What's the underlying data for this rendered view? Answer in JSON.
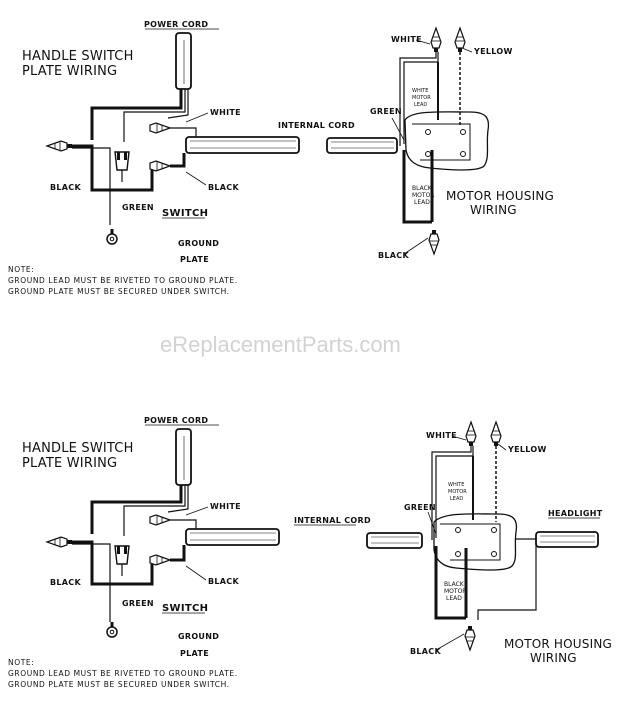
{
  "watermark": "eReplacementParts.com",
  "diagram_top": {
    "handle_title_1": "HANDLE SWITCH",
    "handle_title_2": "PLATE WIRING",
    "power_cord": "POWER CORD",
    "white": "WHITE",
    "black_left": "BLACK",
    "black_switch": "BLACK",
    "green": "GREEN",
    "switch": "SWITCH",
    "ground": "GROUND",
    "plate": "PLATE",
    "note_1": "NOTE:",
    "note_2": "GROUND LEAD MUST BE RIVETED TO GROUND PLATE.",
    "note_3": "GROUND PLATE MUST BE SECURED UNDER SWITCH.",
    "internal_cord": "INTERNAL CORD",
    "motor_white": "WHITE",
    "motor_yellow": "YELLOW",
    "motor_green": "GREEN",
    "white_motor_lead_1": "WHITE",
    "white_motor_lead_2": "MOTOR",
    "white_motor_lead_3": "LEAD",
    "black_motor_lead_1": "BLACK",
    "black_motor_lead_2": "MOTOR",
    "black_motor_lead_3": "LEAD",
    "motor_black": "BLACK",
    "motor_housing_1": "MOTOR HOUSING",
    "motor_housing_2": "WIRING"
  },
  "diagram_bottom": {
    "handle_title_1": "HANDLE SWITCH",
    "handle_title_2": "PLATE WIRING",
    "power_cord": "POWER CORD",
    "white": "WHITE",
    "black_left": "BLACK",
    "black_switch": "BLACK",
    "green": "GREEN",
    "switch": "SWITCH",
    "ground": "GROUND",
    "plate": "PLATE",
    "note_1": "NOTE:",
    "note_2": "GROUND LEAD MUST BE RIVETED TO GROUND PLATE.",
    "note_3": "GROUND PLATE MUST BE SECURED UNDER SWITCH.",
    "internal_cord": "INTERNAL CORD",
    "headlight": "HEADLIGHT",
    "motor_white": "WHITE",
    "motor_yellow": "YELLOW",
    "motor_green": "GREEN",
    "white_motor_lead_1": "WHITE",
    "white_motor_lead_2": "MOTOR",
    "white_motor_lead_3": "LEAD",
    "black_motor_lead_1": "BLACK",
    "black_motor_lead_2": "MOTOR",
    "black_motor_lead_3": "LEAD",
    "motor_black": "BLACK",
    "motor_housing_1": "MOTOR HOUSING",
    "motor_housing_2": "WIRING"
  }
}
